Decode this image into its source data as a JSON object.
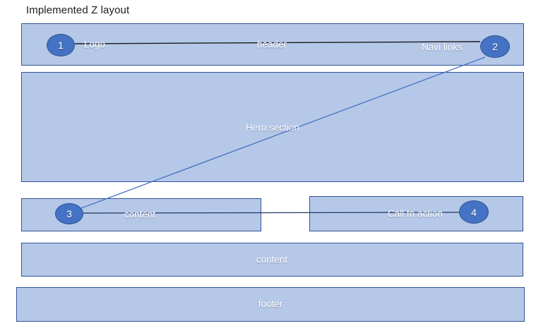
{
  "title": "Implemented Z layout",
  "header": {
    "logo_label": "Logo",
    "label": "header",
    "nav_label": "Navi links"
  },
  "hero": {
    "label": "Hero section"
  },
  "content_left": {
    "label": "content"
  },
  "cta": {
    "label": "Call to action"
  },
  "content_full": {
    "label": "content"
  },
  "footer": {
    "label": "footer"
  },
  "markers": {
    "m1": "1",
    "m2": "2",
    "m3": "3",
    "m4": "4"
  },
  "colors": {
    "box_fill": "#b6c8e8",
    "box_border": "#2f5496",
    "marker_fill": "#4472c4",
    "marker_border": "#2f528f",
    "connector_top": "#1a1a1a",
    "connector_bottom": "#1f3864",
    "flow_diagonal": "#4472c4",
    "title_text": "#1c1c1c",
    "label_text": "#ffffff"
  }
}
